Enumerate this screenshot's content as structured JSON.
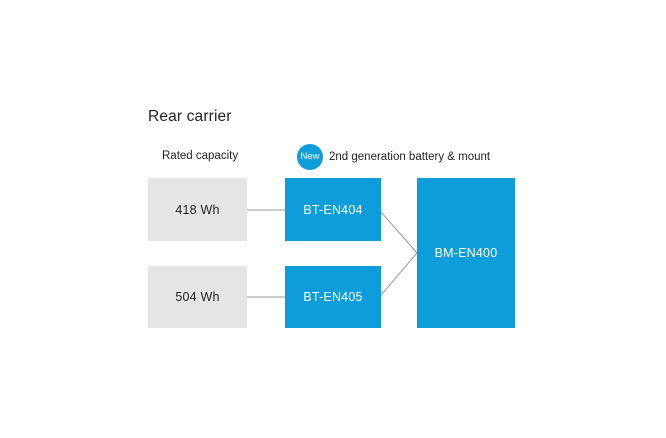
{
  "diagram": {
    "title": "Rear carrier",
    "column_labels": {
      "capacity": "Rated capacity"
    },
    "badge": {
      "label": "New",
      "caption": "2nd generation battery & mount"
    },
    "colors": {
      "accent_blue": "#0d9ddb",
      "neutral_grey": "#e5e5e5",
      "text_dark": "#231f20",
      "text_light": "#ffffff",
      "connector": "#9a9a9a",
      "background": "#ffffff"
    },
    "nodes": {
      "capacities": [
        {
          "label": "418 Wh"
        },
        {
          "label": "504 Wh"
        }
      ],
      "batteries": [
        {
          "label": "BT-EN404"
        },
        {
          "label": "BT-EN405"
        }
      ],
      "mount": {
        "label": "BM-EN400"
      }
    },
    "connections": [
      {
        "from": "418 Wh",
        "to": "BT-EN404",
        "style": "straight"
      },
      {
        "from": "504 Wh",
        "to": "BT-EN405",
        "style": "straight"
      },
      {
        "from": "BT-EN404",
        "to": "BM-EN400",
        "style": "diagonal"
      },
      {
        "from": "BT-EN405",
        "to": "BM-EN400",
        "style": "diagonal"
      }
    ]
  }
}
